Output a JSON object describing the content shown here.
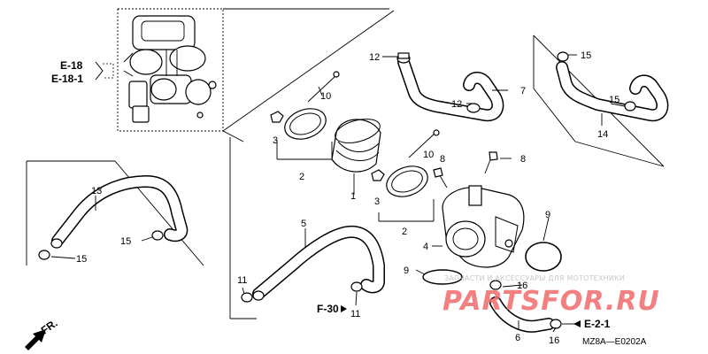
{
  "diagram": {
    "callouts": [
      {
        "id": "c1",
        "text": "1"
      },
      {
        "id": "c2a",
        "text": "2"
      },
      {
        "id": "c2b",
        "text": "2"
      },
      {
        "id": "c3a",
        "text": "3"
      },
      {
        "id": "c3b",
        "text": "3"
      },
      {
        "id": "c4",
        "text": "4"
      },
      {
        "id": "c5",
        "text": "5"
      },
      {
        "id": "c6",
        "text": "6"
      },
      {
        "id": "c7",
        "text": "7"
      },
      {
        "id": "c8a",
        "text": "8"
      },
      {
        "id": "c8b",
        "text": "8"
      },
      {
        "id": "c9a",
        "text": "9"
      },
      {
        "id": "c9b",
        "text": "9"
      },
      {
        "id": "c10a",
        "text": "10"
      },
      {
        "id": "c10b",
        "text": "10"
      },
      {
        "id": "c11a",
        "text": "11"
      },
      {
        "id": "c11b",
        "text": "11"
      },
      {
        "id": "c12a",
        "text": "12"
      },
      {
        "id": "c12b",
        "text": "12"
      },
      {
        "id": "c13",
        "text": "13"
      },
      {
        "id": "c14",
        "text": "14"
      },
      {
        "id": "c15a",
        "text": "15"
      },
      {
        "id": "c15b",
        "text": "15"
      },
      {
        "id": "c15c",
        "text": "15"
      },
      {
        "id": "c15d",
        "text": "15"
      },
      {
        "id": "c16a",
        "text": "16"
      },
      {
        "id": "c16b",
        "text": "16"
      }
    ],
    "refs": {
      "e18": "E-18",
      "e181": "E-18-1",
      "f30": "F-30",
      "e21": "E-2-1",
      "fr": "FR."
    },
    "code": "MZ8A—E0202A",
    "watermark": {
      "caption": "ЗАПЧАСТИ И АКСЕССУАРЫ ДЛЯ МОТОТЕХНИКИ",
      "logo": "PARTSFOR.RU"
    }
  }
}
